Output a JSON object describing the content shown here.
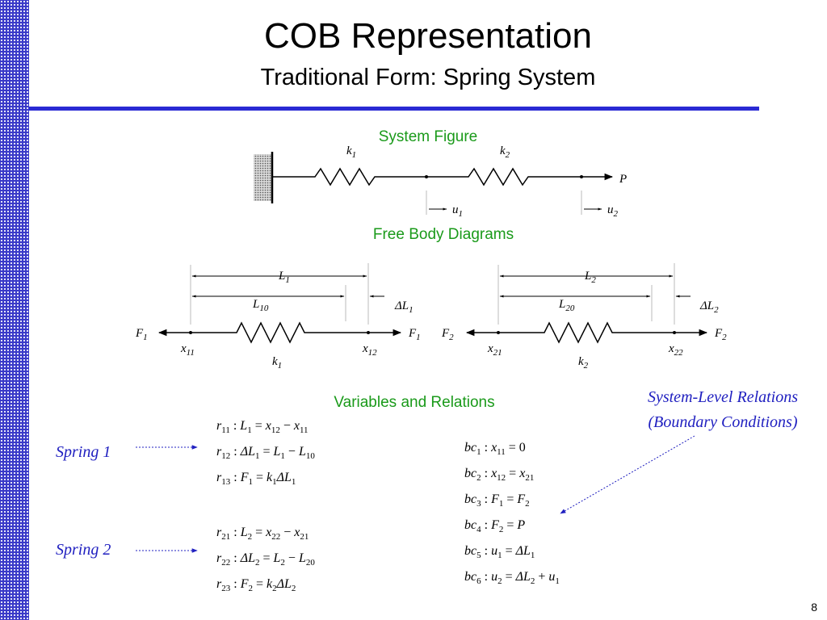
{
  "title": "COB Representation",
  "subtitle": "Traditional Form: Spring System",
  "headings": {
    "system_figure": "System Figure",
    "free_body": "Free Body Diagrams",
    "variables": "Variables and Relations"
  },
  "system": {
    "k1_base": "k",
    "k1_sub": "1",
    "k2_base": "k",
    "k2_sub": "2",
    "P": "P",
    "u1_base": "u",
    "u1_sub": "1",
    "u2_base": "u",
    "u2_sub": "2"
  },
  "fbd1": {
    "L_base": "L",
    "L_sub": "1",
    "L0_base": "L",
    "L0_sub": "10",
    "dL": "ΔL",
    "dL_sub": "1",
    "F_base": "F",
    "F_sub": "1",
    "xa_base": "x",
    "xa_sub": "11",
    "xb_base": "x",
    "xb_sub": "12",
    "k_base": "k",
    "k_sub": "1"
  },
  "fbd2": {
    "L_base": "L",
    "L_sub": "2",
    "L0_base": "L",
    "L0_sub": "20",
    "dL": "ΔL",
    "dL_sub": "2",
    "F_base": "F",
    "F_sub": "2",
    "xa_base": "x",
    "xa_sub": "21",
    "xb_base": "x",
    "xb_sub": "22",
    "k_base": "k",
    "k_sub": "2"
  },
  "labels": {
    "spring1": "Spring 1",
    "spring2": "Spring 2",
    "system_level_line1": "System-Level Relations",
    "system_level_line2": "(Boundary Conditions)"
  },
  "relations_spring1": [
    {
      "id_base": "r",
      "id_sub": "11",
      "lhs_base": "L",
      "lhs_sub": "1",
      "rhs": [
        {
          "t": "x",
          "s": "12"
        },
        {
          "t": " − "
        },
        {
          "t": "x",
          "s": "11"
        }
      ]
    },
    {
      "id_base": "r",
      "id_sub": "12",
      "lhs_base": "ΔL",
      "lhs_sub": "1",
      "rhs": [
        {
          "t": "L",
          "s": "1"
        },
        {
          "t": " − "
        },
        {
          "t": "L",
          "s": "10"
        }
      ]
    },
    {
      "id_base": "r",
      "id_sub": "13",
      "lhs_base": "F",
      "lhs_sub": "1",
      "rhs": [
        {
          "t": "k",
          "s": "1"
        },
        {
          "t": "ΔL",
          "s": "1"
        }
      ]
    }
  ],
  "relations_spring2": [
    {
      "id_base": "r",
      "id_sub": "21",
      "lhs_base": "L",
      "lhs_sub": "2",
      "rhs": [
        {
          "t": "x",
          "s": "22"
        },
        {
          "t": " − "
        },
        {
          "t": "x",
          "s": "21"
        }
      ]
    },
    {
      "id_base": "r",
      "id_sub": "22",
      "lhs_base": "ΔL",
      "lhs_sub": "2",
      "rhs": [
        {
          "t": "L",
          "s": "2"
        },
        {
          "t": " − "
        },
        {
          "t": "L",
          "s": "20"
        }
      ]
    },
    {
      "id_base": "r",
      "id_sub": "23",
      "lhs_base": "F",
      "lhs_sub": "2",
      "rhs": [
        {
          "t": "k",
          "s": "2"
        },
        {
          "t": "ΔL",
          "s": "2"
        }
      ]
    }
  ],
  "boundary_conditions": [
    {
      "id_base": "bc",
      "id_sub": "1",
      "lhs_base": "x",
      "lhs_sub": "11",
      "rhs": [
        {
          "t": "0"
        }
      ]
    },
    {
      "id_base": "bc",
      "id_sub": "2",
      "lhs_base": "x",
      "lhs_sub": "12",
      "rhs": [
        {
          "t": "x",
          "s": "21"
        }
      ]
    },
    {
      "id_base": "bc",
      "id_sub": "3",
      "lhs_base": "F",
      "lhs_sub": "1",
      "rhs": [
        {
          "t": "F",
          "s": "2"
        }
      ]
    },
    {
      "id_base": "bc",
      "id_sub": "4",
      "lhs_base": "F",
      "lhs_sub": "2",
      "rhs": [
        {
          "t": "P"
        }
      ]
    },
    {
      "id_base": "bc",
      "id_sub": "5",
      "lhs_base": "u",
      "lhs_sub": "1",
      "rhs": [
        {
          "t": "ΔL",
          "s": "1"
        }
      ]
    },
    {
      "id_base": "bc",
      "id_sub": "6",
      "lhs_base": "u",
      "lhs_sub": "2",
      "rhs": [
        {
          "t": "ΔL",
          "s": "2"
        },
        {
          "t": " + "
        },
        {
          "t": "u",
          "s": "1"
        }
      ]
    }
  ],
  "page_number": "8",
  "colors": {
    "accent": "#2a2ad4",
    "heading": "#1a9a1a",
    "label": "#2020c0"
  }
}
